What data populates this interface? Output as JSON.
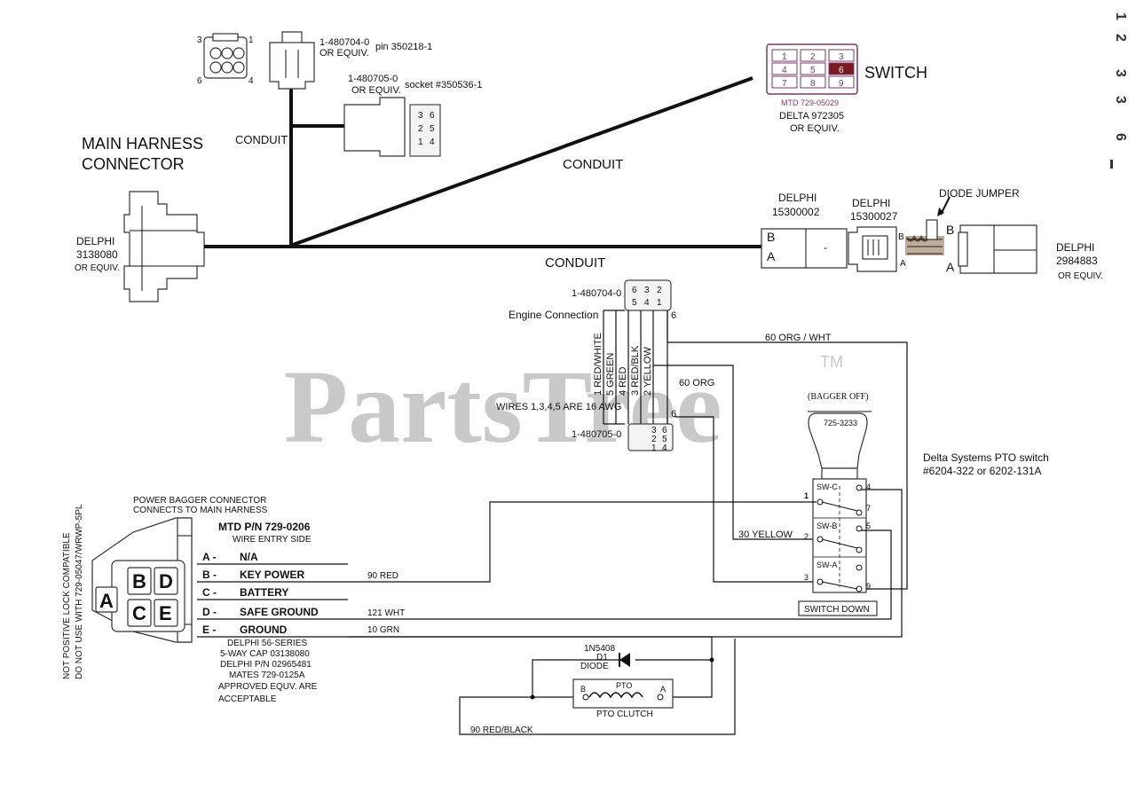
{
  "watermark": {
    "brand": "PartsTree",
    "tm": "TM"
  },
  "top_harness": {
    "title_line1": "MAIN HARNESS",
    "title_line2": "CONNECTOR",
    "main_connector": {
      "l1": "DELPHI",
      "l2": "3138080",
      "l3": "OR EQUIV."
    },
    "conduit_labels": [
      "CONDUIT",
      "CONDUIT",
      "CONDUIT"
    ],
    "conn_480704": {
      "pins_left": "3",
      "pins_right": "1",
      "pins_left_b": "6",
      "pins_right_b": "4",
      "label1": "1-480704-0",
      "label2": "OR EQUIV.",
      "pin": "pin 350218-1"
    },
    "conn_480705": {
      "label1": "1-480705-0",
      "label2": "OR EQUIV.",
      "socket": "socket #350536-1",
      "grid": [
        "3",
        "6",
        "2",
        "5",
        "1",
        "4"
      ]
    },
    "switch": {
      "title": "SWITCH",
      "grid": [
        "1",
        "2",
        "3",
        "4",
        "5",
        "6",
        "7",
        "8",
        "9"
      ],
      "part": "MTD 729-05029",
      "delta": "DELTA 972305",
      "equiv": "OR EQUIV."
    },
    "delphi_15300002": {
      "l1": "DELPHI",
      "l2": "15300002",
      "b": "B",
      "a": "A",
      "dash": "-"
    },
    "delphi_15300027": {
      "l1": "DELPHI",
      "l2": "15300027",
      "b": "B",
      "a": "A"
    },
    "diode_jumper": {
      "label": "DIODE JUMPER",
      "b": "B",
      "a": "A"
    },
    "delphi_2984883": {
      "l1": "DELPHI",
      "l2": "2984883",
      "l3": "OR EQUIV."
    }
  },
  "engine": {
    "conn_top_label": "1-480704-0",
    "conn_top_grid": [
      "6",
      "3",
      "2",
      "5",
      "4",
      "1"
    ],
    "engine_connection": "Engine Connection",
    "pin6_top": "6",
    "wire_labels": [
      "1 RED/WHITE",
      "5 GREEN",
      "4 RED",
      "3 RED/BLK",
      "2 YELLOW"
    ],
    "awg_note": "WIRES 1,3,4,5 ARE 16 AWG",
    "conn_bottom_label": "1-480705-0",
    "conn_bottom_grid": [
      "3",
      "6",
      "2",
      "5",
      "1",
      "4"
    ],
    "pin6_bottom": "6",
    "w60_org": "60 ORG",
    "w60_org_wht": "60 ORG / WHT",
    "w30_yellow": "30 YELLOW"
  },
  "pto_switch": {
    "bagger_off": "(BAGGER OFF)",
    "knob_part": "725-3233",
    "desc_l1": "Delta Systems PTO switch",
    "desc_l2": "#6204-322 or 6202-131A",
    "sections": [
      "SW-C",
      "SW-B",
      "SW-A"
    ],
    "pins_left": [
      "1",
      "2",
      "3"
    ],
    "pins_right": [
      "4",
      "7",
      "5",
      "9"
    ],
    "switch_down": "SWITCH DOWN"
  },
  "bagger": {
    "title1": "POWER BAGGER CONNECTOR",
    "title2": "CONNECTS TO MAIN HARNESS",
    "mtd": "MTD P/N 729-0206",
    "wire_entry": "WIRE ENTRY SIDE",
    "rows": [
      {
        "pin": "A -",
        "name": "N/A",
        "wire": ""
      },
      {
        "pin": "B -",
        "name": "KEY POWER",
        "wire": "90 RED"
      },
      {
        "pin": "C -",
        "name": "BATTERY",
        "wire": ""
      },
      {
        "pin": "D -",
        "name": "SAFE GROUND",
        "wire": "121 WHT"
      },
      {
        "pin": "E -",
        "name": "GROUND",
        "wire": "10 GRN"
      }
    ],
    "letters": [
      "B",
      "D",
      "A",
      "C",
      "E"
    ],
    "side_note1": "NOT POSITIVE LOCK COMPATIBLE",
    "side_note2": "DO NOT USE WITH 729-05047/WRWP-5PL",
    "notes": [
      "DELPHI 56-SERIES",
      "5-WAY CAP 03138080",
      "DELPHI P/N 02965481",
      "MATES 729-0125A",
      "APPROVED EQUV. ARE",
      "ACCEPTABLE"
    ]
  },
  "clutch": {
    "diode_part": "1N5408",
    "diode_ref": "D1",
    "diode_label": "DIODE",
    "pto": "PTO",
    "b": "B",
    "a": "A",
    "label": "PTO CLUTCH",
    "w90_red_black": "90 RED/BLACK"
  },
  "margin_marks": [
    "1",
    "'",
    "2",
    ":",
    "'",
    "3",
    "3",
    "'",
    "6",
    "'"
  ]
}
